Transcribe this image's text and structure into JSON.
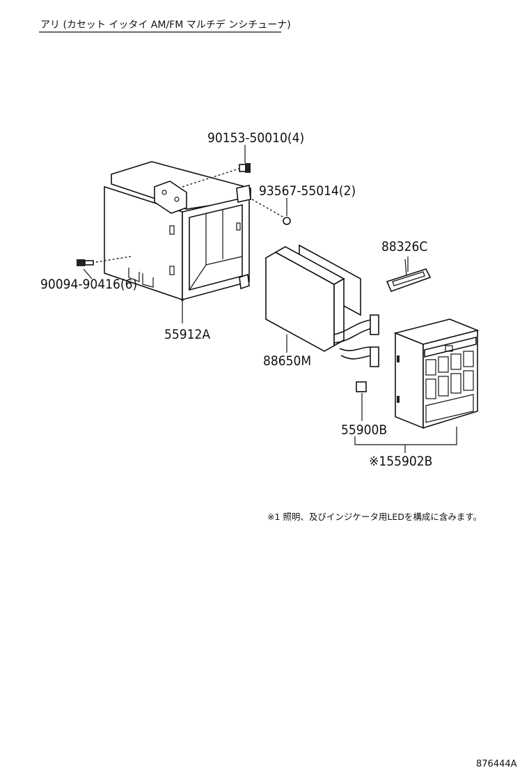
{
  "title": "アリ (カセット イッタイ AM/FM マルチデ ンシチューナ)",
  "parts": [
    {
      "id": "p1",
      "label": "90153-50010(4)"
    },
    {
      "id": "p2",
      "label": "93567-55014(2)"
    },
    {
      "id": "p3",
      "label": "90094-90416(6)"
    },
    {
      "id": "p4",
      "label": "55912A"
    },
    {
      "id": "p5",
      "label": "88326C"
    },
    {
      "id": "p6",
      "label": "88650M"
    },
    {
      "id": "p7",
      "label": "55900B"
    },
    {
      "id": "p8",
      "label": "※155902B"
    }
  ],
  "note": "※1 照明、及びインジケータ用LEDを構成に含みます。",
  "figure_number": "876444A"
}
